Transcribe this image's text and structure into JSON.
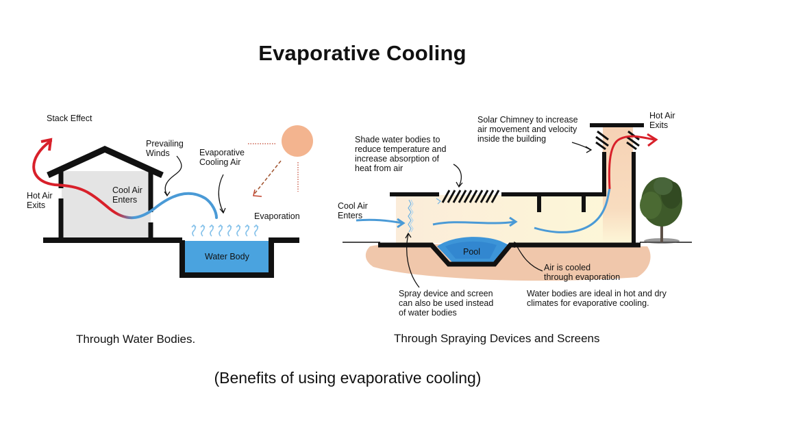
{
  "title": "Evaporative Cooling",
  "left_diagram": {
    "caption": "Through Water Bodies.",
    "labels": {
      "stack_effect": "Stack Effect",
      "prevailing_winds": "Prevailing\nWinds",
      "evaporative_cooling_air": "Evaporative\nCooling Air",
      "hot_air_exits": "Hot Air\nExits",
      "cool_air_enters": "Cool Air\nEnters",
      "evaporation": "Evaporation",
      "water_body": "Water Body"
    }
  },
  "right_diagram": {
    "caption": "Through Spraying Devices and Screens",
    "labels": {
      "solar_chimney": "Solar Chimney to increase\nair movement and velocity\ninside the building",
      "hot_air_exits": "Hot Air\nExits",
      "shade_water": "Shade water bodies to\nreduce temperature and\nincrease absorption of\nheat from air",
      "cool_air_enters": "Cool Air\nEnters",
      "pool": "Pool",
      "air_cooled": "Air is cooled\nthrough evaporation",
      "spray_device": "Spray device and screen\ncan also be used instead\nof water bodies",
      "water_bodies_ideal": "Water bodies are ideal in hot and dry\nclimates for evaporative cooling."
    }
  },
  "subtitle": "(Benefits of using evaporative cooling)",
  "colors": {
    "hot_air": "#d8202a",
    "cool_air": "#4a9ad6",
    "water": "#4aa3df",
    "sun": "#f3b48f",
    "ground": "#f0c7ab",
    "interior": "#fdf6dc",
    "house_fill": "#e4e4e4"
  }
}
